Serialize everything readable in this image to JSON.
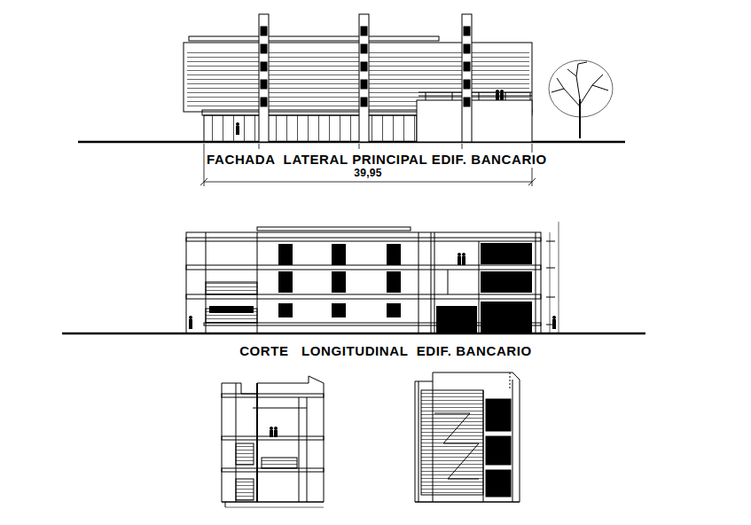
{
  "diagram": {
    "labels": [
      "FACHADA  LATERAL PRINCIPAL EDIF. BANCARIO",
      "39,95",
      "CORTE   LONGITUDINAL  EDIF. BANCARIO"
    ]
  }
}
